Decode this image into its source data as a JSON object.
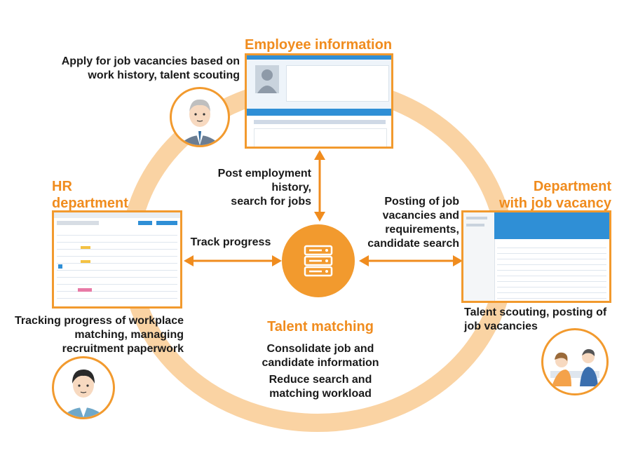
{
  "title_employee": "Employee information",
  "title_hr": "HR\ndepartment",
  "title_dept": "Department\nwith job vacancy",
  "title_center": "Talent matching",
  "text_apply": "Apply for job vacancies based on\nwork history, talent scouting",
  "text_post_history": "Post employment\nhistory,\nsearch for jobs",
  "text_track": "Track progress",
  "text_posting": "Posting of job\nvacancies and\nrequirements,\ncandidate search",
  "text_tracking": "Tracking progress of workplace\nmatching, managing\nrecruitment paperwork",
  "text_scouting": "Talent scouting, posting of\njob vacancies",
  "text_consolidate": "Consolidate job and\ncandidate information",
  "text_reduce": "Reduce search and\nmatching workload",
  "colors": {
    "accent": "#f08c1e",
    "ring": "#fad3a3",
    "screen_blue": "#2f8fd6"
  },
  "icons": [
    "server-icon",
    "employee-avatar-icon",
    "hr-avatar-icon",
    "meeting-icon"
  ]
}
